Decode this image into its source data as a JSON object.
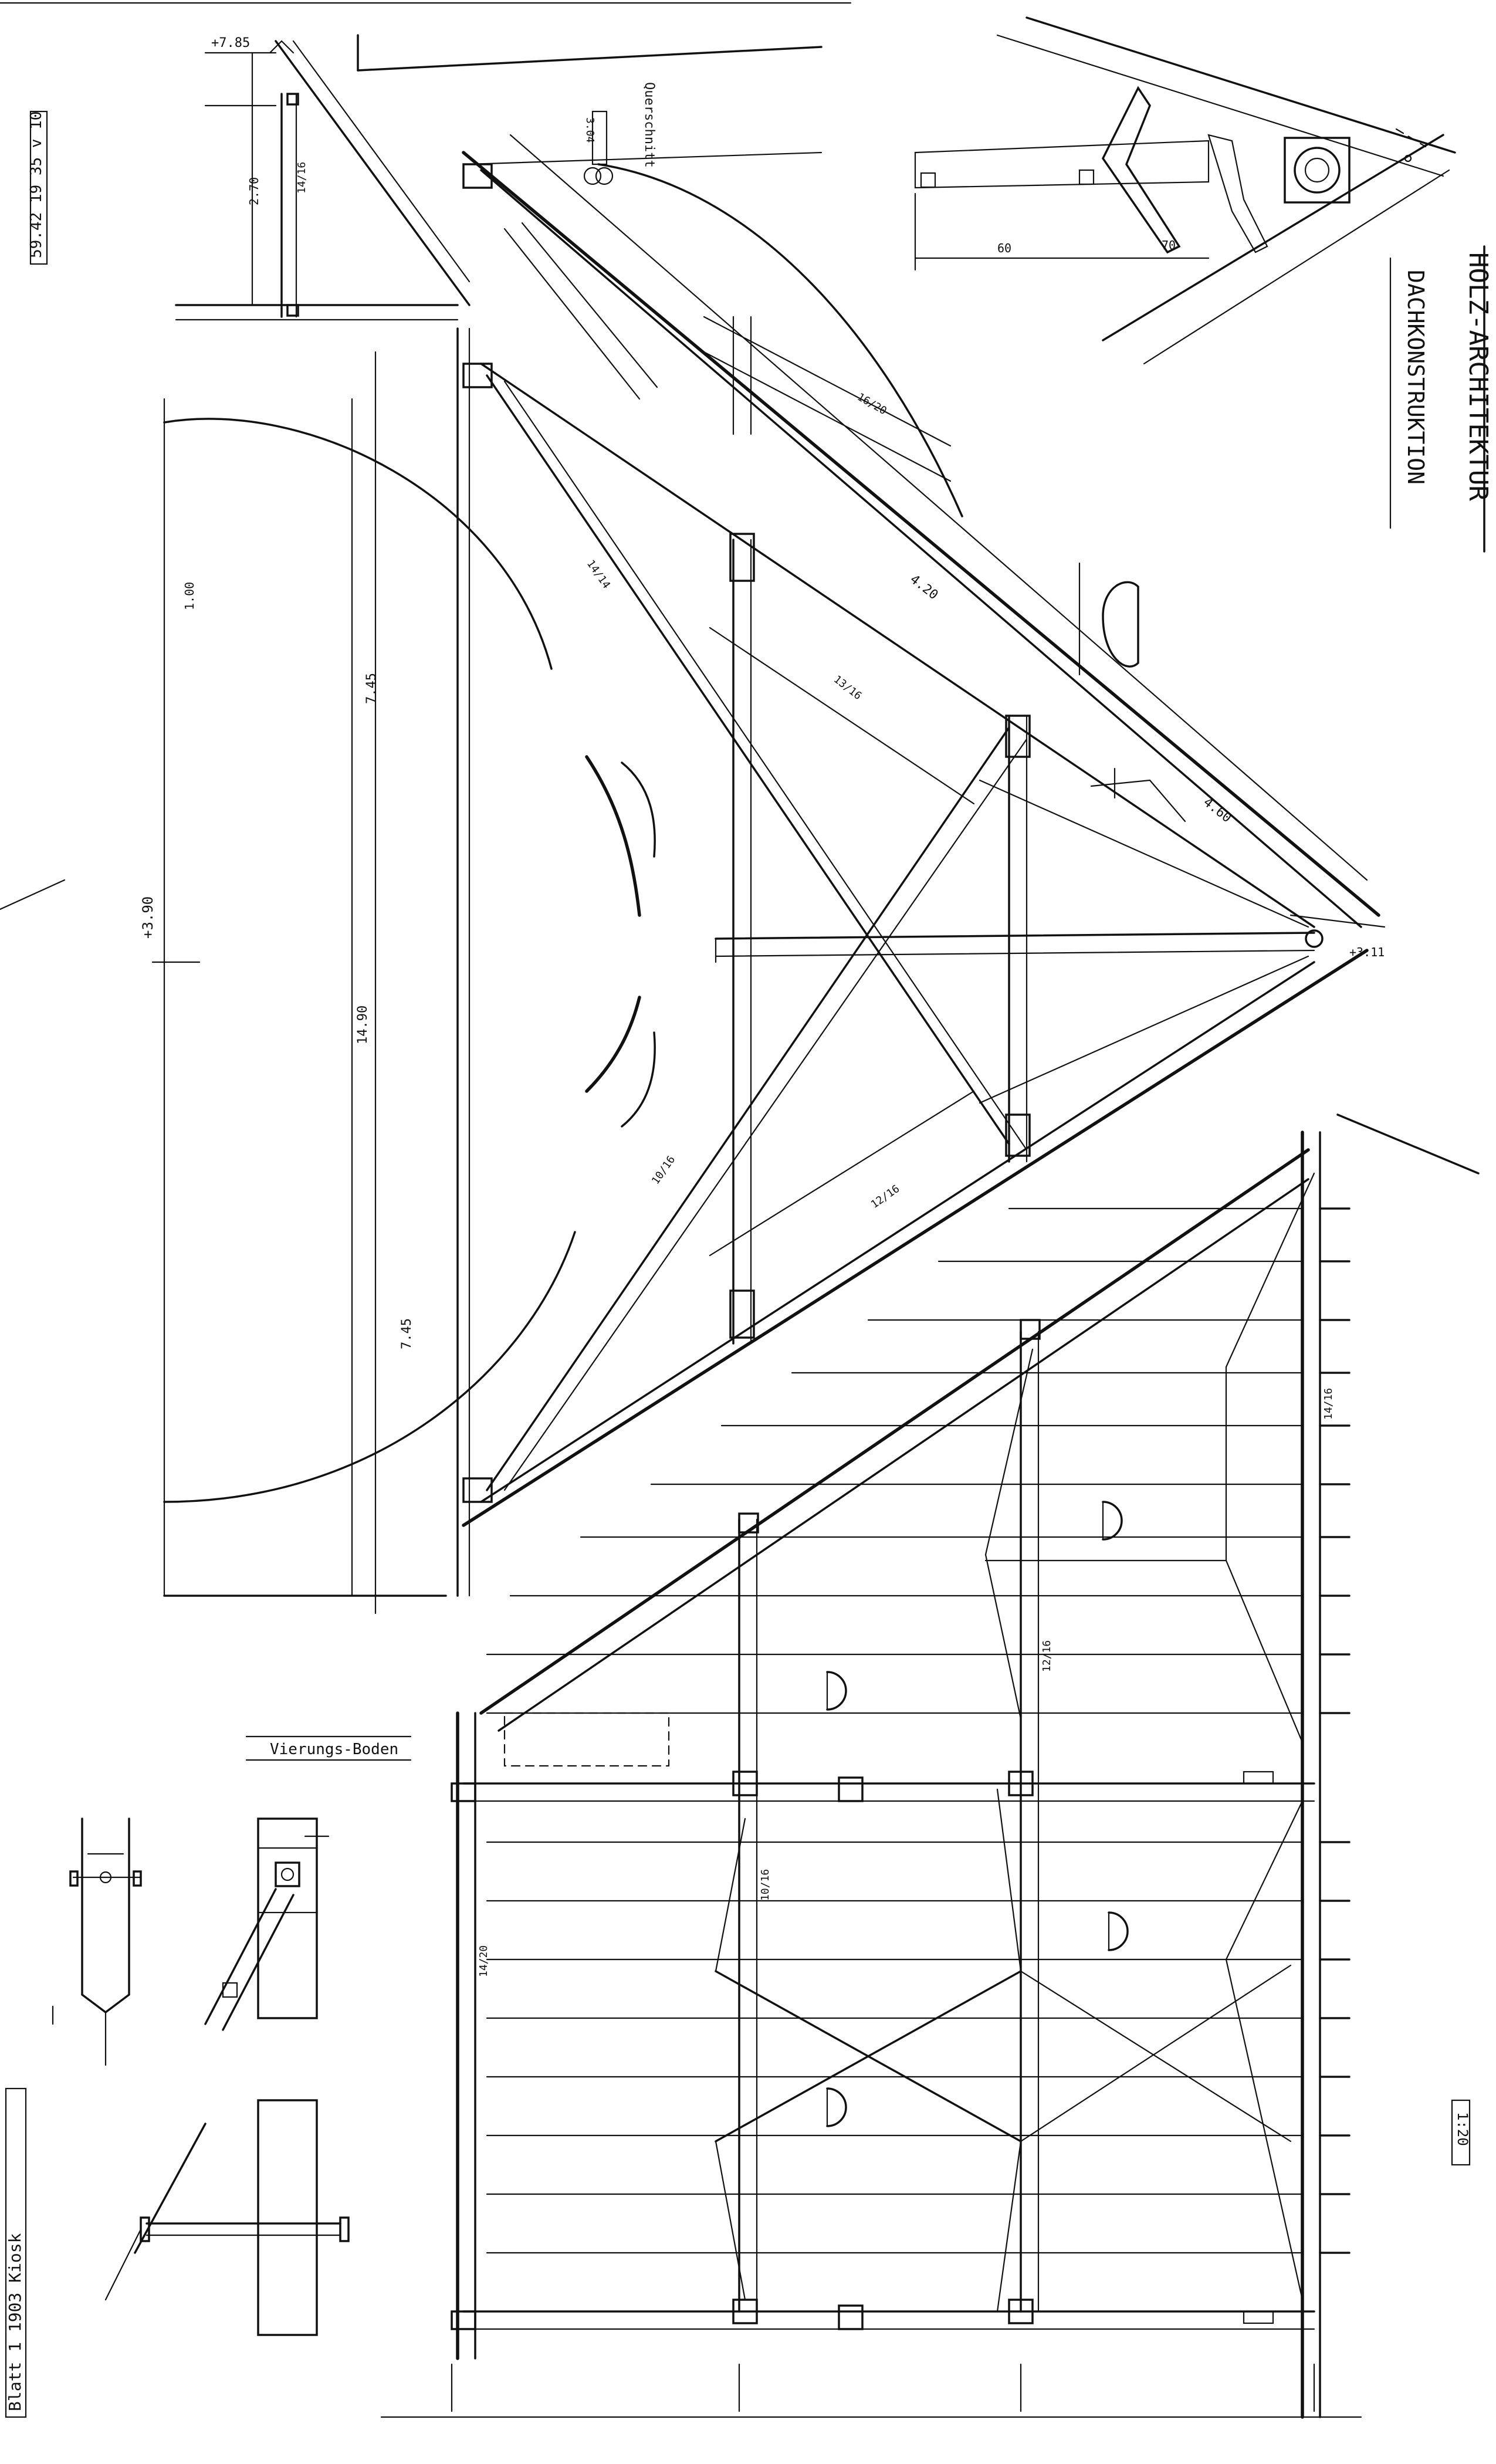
{
  "drawing": {
    "title_lettering": "HOLZ-ARCHITEKTUR",
    "subtitle_lettering": "DACHKONSTRUKTION",
    "left_top_stamp": "59.42 19 35 v 10",
    "bottom_left_stamp": "Blatt 1 1903 Kiosk",
    "scale_stamp": "1:20",
    "plan_label": "Vierungs-Boden",
    "small_section_label": "Querschnitt"
  },
  "dimensions": {
    "d_top_left": "+7.85",
    "d_left_1": "2.70",
    "d_left_2": "1.00",
    "d_span_a": "7.45",
    "d_span_b": "14.90",
    "d_span_c": "7.45",
    "d_mid": "+3.90",
    "d_rafter_a": "4.20",
    "d_rafter_b": "4.60",
    "d_apex": "+3.11",
    "d_mid_2": "3.04",
    "d_detail_a": "60",
    "d_detail_b": "70"
  },
  "member_labels": {
    "m1": "14/16",
    "m2": "13/16",
    "m3": "14/14",
    "m4": "10/16",
    "m5": "12/16",
    "m6": "16/20",
    "m7": "14/20",
    "m8": "10/16",
    "m9": "12/16",
    "m10": "14/16"
  }
}
